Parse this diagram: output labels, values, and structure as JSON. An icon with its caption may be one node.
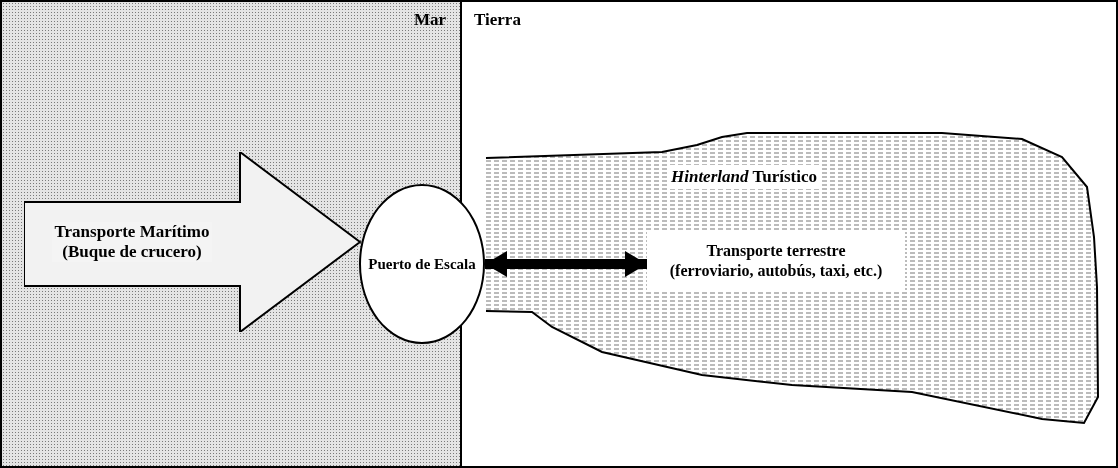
{
  "diagram": {
    "nodes": [
      {
        "text": [
          "Mar"
        ]
      },
      {
        "text": [
          "Tierra"
        ]
      },
      {
        "text": [
          "Transporte Marítimo (Buque de crucero)"
        ],
        "in": 0
      },
      {
        "text": [
          "Puerto de Escala"
        ]
      },
      {
        "text": [
          "*Hinterland* Turístico"
        ],
        "in": 1
      },
      {
        "text": [
          "Transporte terrestre (ferroviario, autobús, taxi, etc.)"
        ],
        "in": 4
      }
    ],
    "edges": [
      {
        "from": 3,
        "to": 5,
        "arrow": "both"
      }
    ]
  }
}
